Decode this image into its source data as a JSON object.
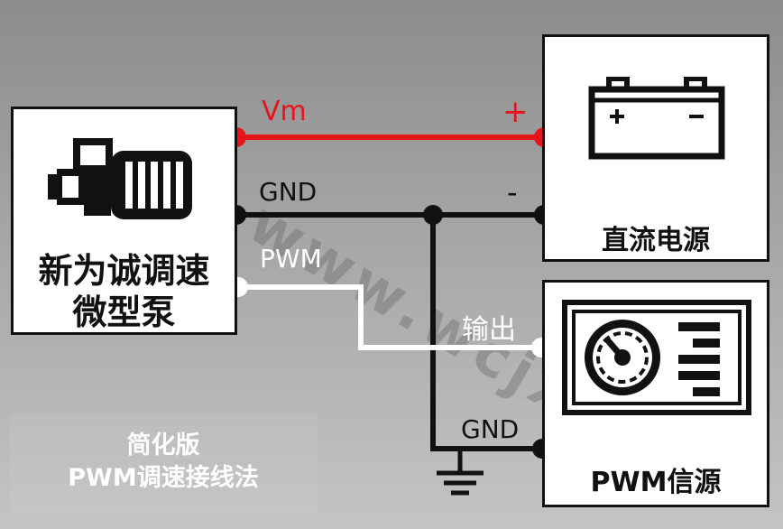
{
  "diagram": {
    "pump_label": [
      "新为诚调速",
      "微型泵"
    ],
    "power_label": "直流电源",
    "pwm_label": "PWM信源",
    "wire_vm": "Vm",
    "wire_plus": "+",
    "wire_gnd_top": "GND",
    "wire_minus": "-",
    "wire_pwm": "PWM",
    "wire_output": "输出",
    "wire_gnd_bottom": "GND",
    "footnote": [
      "简化版",
      "PWM调速接线法"
    ],
    "watermark": "www.wcjx.net"
  },
  "colors": {
    "vm_wire": "#e8141c",
    "gnd_wire": "#111111",
    "pwm_wire": "#ffffff",
    "label_white": "#ffffff",
    "label_dark": "#111111"
  },
  "icons": [
    "pump-motor-icon",
    "battery-icon",
    "signal-generator-icon",
    "ground-symbol-icon"
  ]
}
